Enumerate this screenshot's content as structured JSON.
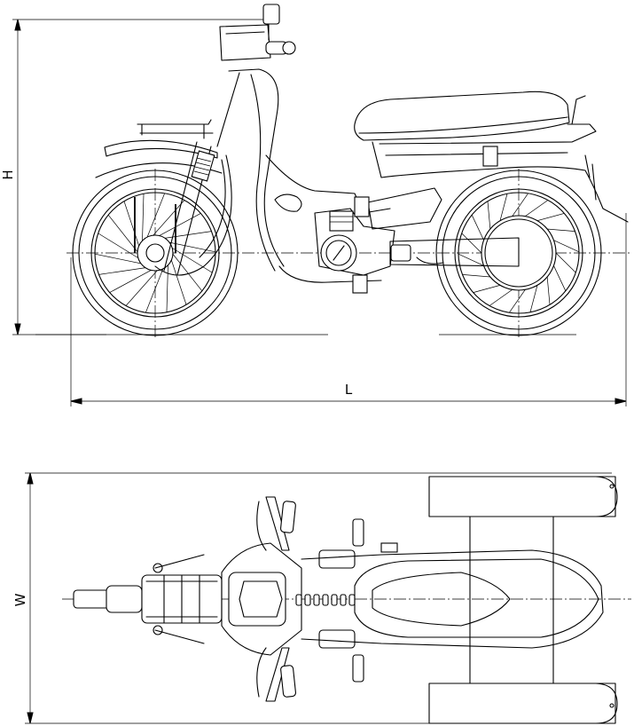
{
  "dimensions": {
    "height_label": "H",
    "length_label": "L",
    "width_label": "W"
  },
  "views": [
    "side-view",
    "top-view"
  ],
  "colors": {
    "line": "#000000",
    "background": "#ffffff"
  }
}
